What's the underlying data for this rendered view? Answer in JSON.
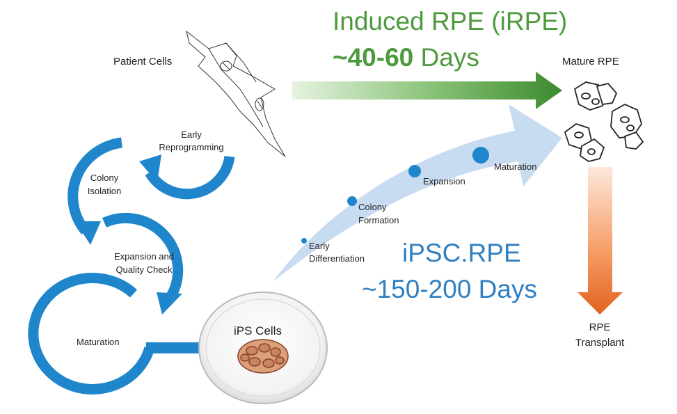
{
  "induced": {
    "title": "Induced RPE (iRPE)",
    "days_bold": "~40-60",
    "days_rest": " Days",
    "color": "#4c9a3c"
  },
  "ipsc": {
    "title": "iPSC.RPE",
    "days": "~150-200 Days",
    "color": "#2f7fc1"
  },
  "labels": {
    "patient_cells": "Patient Cells",
    "mature_rpe": "Mature RPE",
    "rpe_transplant_1": "RPE",
    "rpe_transplant_2": "Transplant",
    "ips_cells": "iPS Cells"
  },
  "cycle": {
    "early_reprogramming_1": "Early",
    "early_reprogramming_2": "Reprogramming",
    "colony_isolation_1": "Colony",
    "colony_isolation_2": "Isolation",
    "expansion_qc_1": "Expansion and",
    "expansion_qc_2": "Quality Check",
    "maturation": "Maturation",
    "color": "#1f86cc"
  },
  "pathway": {
    "early_differentiation_1": "Early",
    "early_differentiation_2": "Differentiation",
    "colony_formation_1": "Colony",
    "colony_formation_2": "Formation",
    "expansion": "Expansion",
    "maturation": "Maturation",
    "dot_color": "#1f86cc",
    "arrow_color": "#b9d3ee"
  }
}
